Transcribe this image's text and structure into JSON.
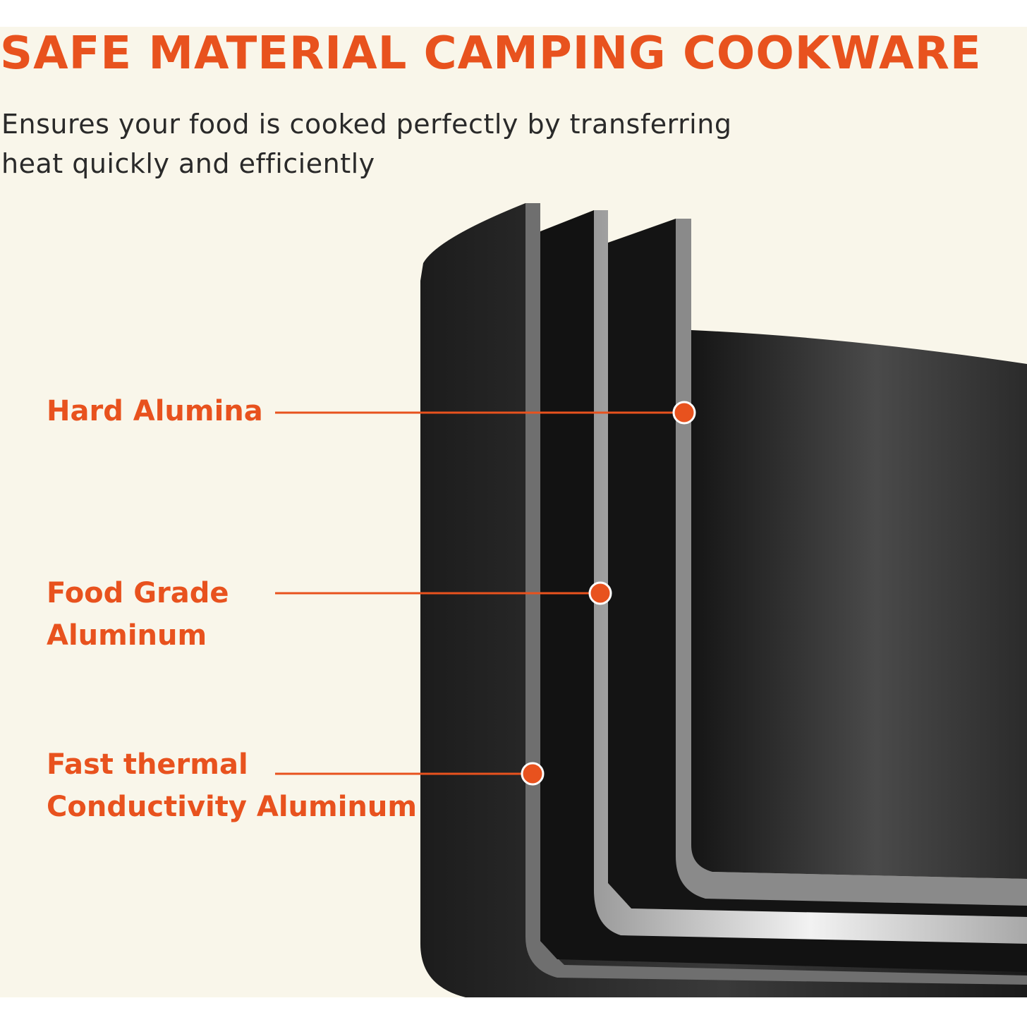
{
  "headline": "SAFE MATERIAL CAMPING COOKWARE",
  "subtitle_line1": "Ensures your food is cooked perfectly by transferring",
  "subtitle_line2": "heat quickly and efficiently",
  "layers": [
    {
      "lines": [
        "Hard Alumina"
      ]
    },
    {
      "lines": [
        "Food Grade",
        "Aluminum"
      ]
    },
    {
      "lines": [
        "Fast thermal",
        "Conductivity Aluminum"
      ]
    }
  ],
  "colors": {
    "accent": "#e8521e",
    "background": "#f9f6ea",
    "pot_dark": "#1f1f1f",
    "silver": "#cfcfcf"
  }
}
